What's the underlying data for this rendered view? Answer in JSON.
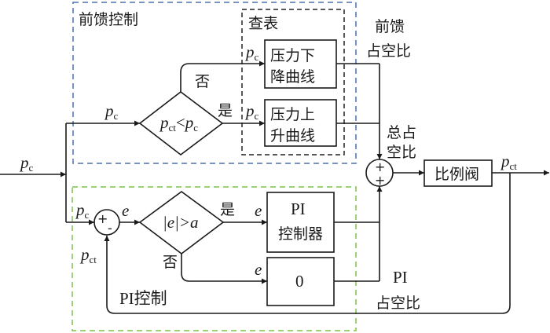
{
  "groups": {
    "feedforward": {
      "label": "前馈控制",
      "color": "#4a72b0"
    },
    "lookup": {
      "label": "查表",
      "color": "#222222"
    },
    "pi": {
      "label": "PI控制",
      "color": "#7fbf4d"
    }
  },
  "blocks": {
    "pressure_down_line1": "压力下",
    "pressure_down_line2": "降曲线",
    "pressure_up_line1": "压力上",
    "pressure_up_line2": "升曲线",
    "pi_controller_line1": "PI",
    "pi_controller_line2": "控制器",
    "zero_block": "0",
    "proportional_valve": "比例阀"
  },
  "decisions": {
    "compare_var1": "p",
    "compare_sub1": "ct",
    "compare_op": "<",
    "compare_var2": "p",
    "compare_sub2": "c",
    "error_check": "|e|>a",
    "yes": "是",
    "no": "否"
  },
  "signals": {
    "p": "p",
    "c": "c",
    "ct": "ct",
    "e": "e"
  },
  "annotations": {
    "ff_duty_line1": "前馈",
    "ff_duty_line2": "占空比",
    "total_duty_line1": "总占",
    "total_duty_line2": "空比",
    "pi_duty_line1": "PI",
    "pi_duty_line2": "占空比"
  },
  "summers": {
    "plus": "+",
    "minus": "-"
  }
}
